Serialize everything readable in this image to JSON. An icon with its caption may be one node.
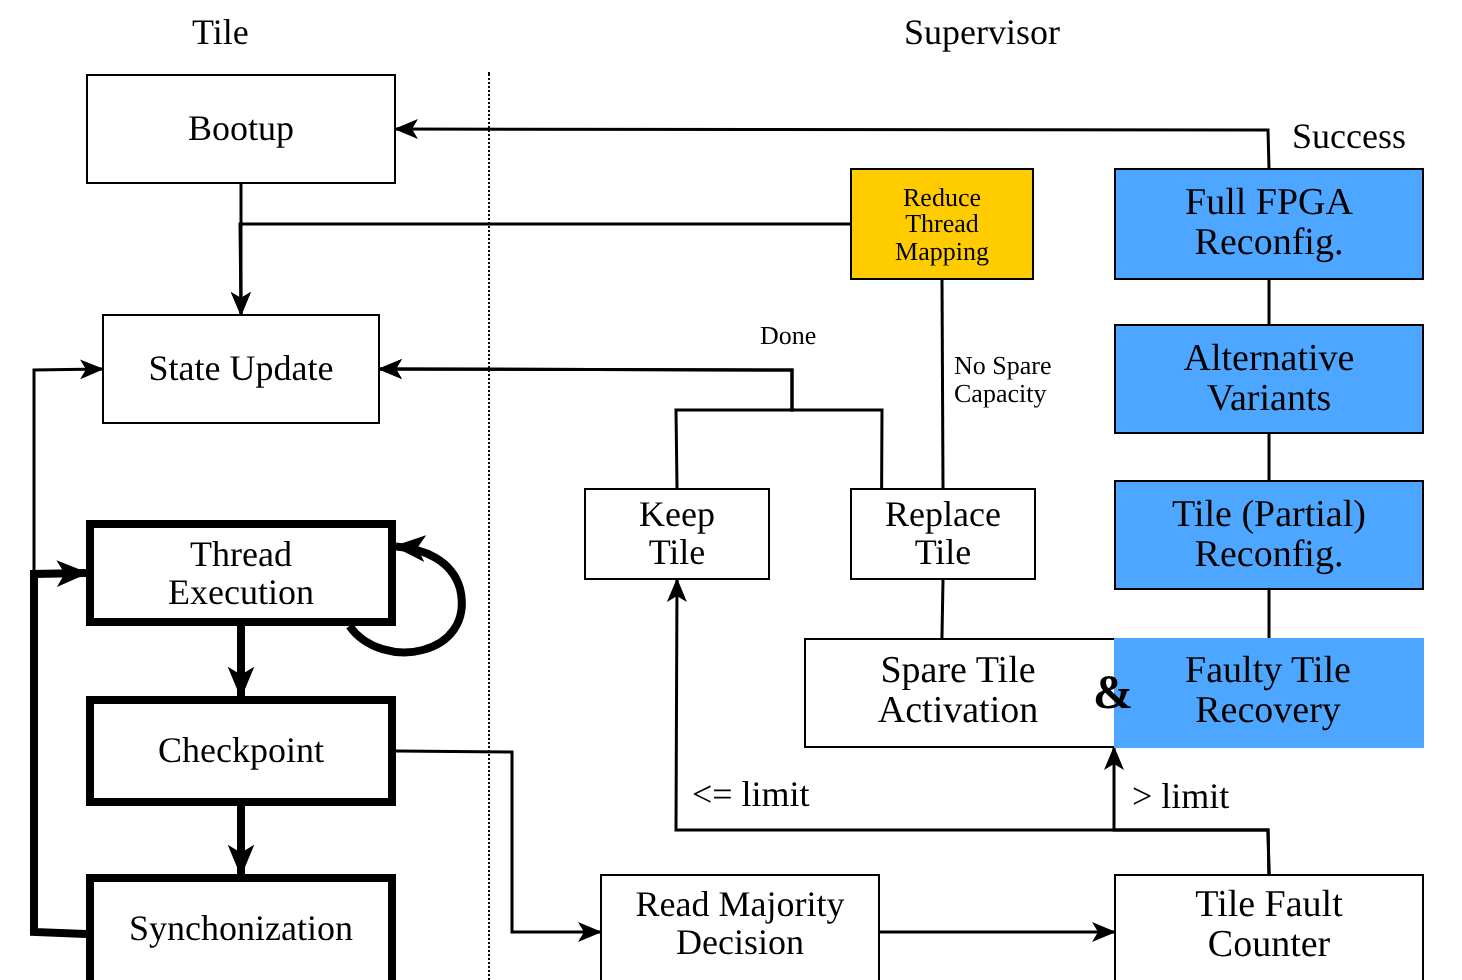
{
  "diagram": {
    "nodes": [
      {
        "text": [
          "Bootup"
        ]
      },
      {
        "text": [
          "State Update"
        ]
      },
      {
        "text": [
          "Thread Execution"
        ]
      },
      {
        "text": [
          "Checkpoint"
        ]
      },
      {
        "text": [
          "Synchonization"
        ]
      },
      {
        "text": [
          "Reduce Thread Mapping"
        ]
      },
      {
        "text": [
          "Full FPGA Reconfig."
        ]
      },
      {
        "text": [
          "Alternative Variants"
        ]
      },
      {
        "text": [
          "Keep Tile"
        ]
      },
      {
        "text": [
          "Replace Tile"
        ]
      },
      {
        "text": [
          "Tile (Partial) Reconfig."
        ]
      },
      {
        "text": [
          "&"
        ]
      },
      {
        "text": [
          "Spare Tile Activation"
        ],
        "in": 11
      },
      {
        "text": [
          "Faulty Tile Recovery"
        ],
        "in": 11
      },
      {
        "text": [
          "Read Majority Decision"
        ]
      },
      {
        "text": [
          "Tile Fault Counter"
        ]
      }
    ],
    "edges": [
      {
        "from": 6,
        "to": 0,
        "arrow": "to",
        "label": "Success"
      },
      {
        "from": 0,
        "to": 1,
        "arrow": "to"
      },
      {
        "from": 5,
        "to": 1,
        "arrow": "to"
      },
      {
        "from": 8,
        "to": 1,
        "arrow": "to",
        "label": "Done"
      },
      {
        "from": 9,
        "to": 1,
        "arrow": "to"
      },
      {
        "from": 9,
        "to": 5,
        "arrow": "none",
        "label": "No Spare Capacity"
      },
      {
        "from": 9,
        "to": 12,
        "arrow": "none"
      },
      {
        "from": 6,
        "to": 7,
        "arrow": "none"
      },
      {
        "from": 7,
        "to": 10,
        "arrow": "none"
      },
      {
        "from": 10,
        "to": 13,
        "arrow": "none"
      },
      {
        "from": 15,
        "to": 11,
        "arrow": "to",
        "label": "> limit"
      },
      {
        "from": 15,
        "to": 8,
        "arrow": "to",
        "label": "<= limit"
      },
      {
        "from": 14,
        "to": 15,
        "arrow": "to"
      },
      {
        "from": 3,
        "to": 14,
        "arrow": "to"
      },
      {
        "from": 2,
        "to": 2,
        "arrow": "to",
        "style": "thick"
      },
      {
        "from": 2,
        "to": 3,
        "arrow": "to",
        "style": "thick"
      },
      {
        "from": 3,
        "to": 4,
        "arrow": "to",
        "style": "thick"
      },
      {
        "from": 4,
        "to": 2,
        "arrow": "to",
        "style": "thick"
      },
      {
        "from": 4,
        "to": 1,
        "arrow": "to"
      }
    ],
    "labels": [
      "Tile",
      "Supervisor"
    ]
  }
}
